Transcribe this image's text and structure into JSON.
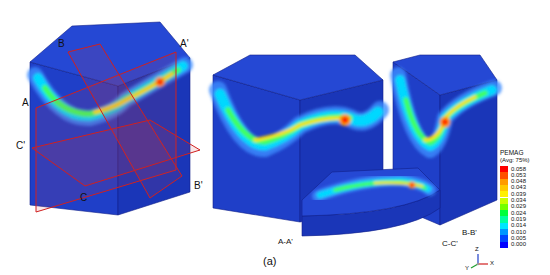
{
  "diagram": {
    "caption": "(a)",
    "labels": [
      "A",
      "B",
      "A'",
      "C'",
      "B'",
      "C",
      "A-A'",
      "B-B'",
      "C-C'",
      "PEMAG",
      "(Avg: 75%)",
      "Z",
      "Y",
      "X"
    ],
    "legend": [
      {
        "text": "0.058",
        "color": "#ff0000"
      },
      {
        "text": "0.053",
        "color": "#ff5000"
      },
      {
        "text": "0.048",
        "color": "#ff9a00"
      },
      {
        "text": "0.043",
        "color": "#ffc800"
      },
      {
        "text": "0.039",
        "color": "#fff000"
      },
      {
        "text": "0.034",
        "color": "#c8ff00"
      },
      {
        "text": "0.029",
        "color": "#73ff00"
      },
      {
        "text": "0.024",
        "color": "#00ff3c"
      },
      {
        "text": "0.019",
        "color": "#00ffa0"
      },
      {
        "text": "0.014",
        "color": "#00e6ff"
      },
      {
        "text": "0.010",
        "color": "#0096ff"
      },
      {
        "text": "0.005",
        "color": "#0046ff"
      },
      {
        "text": "0.000",
        "color": "#0000ff"
      }
    ]
  }
}
